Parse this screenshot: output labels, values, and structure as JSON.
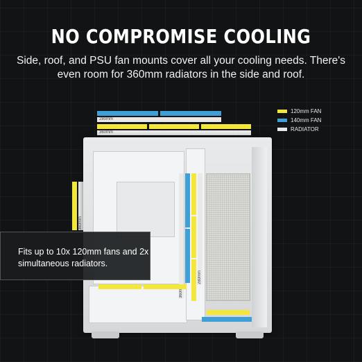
{
  "headline": "NO COMPROMISE COOLING",
  "subtitle": "Side, roof, and PSU fan mounts cover all your cooling needs. There's even room for 360mm radiators in the side and roof.",
  "legend": [
    {
      "label": "120mm FAN",
      "color": "#f2e73a"
    },
    {
      "label": "140mm FAN",
      "color": "#3fa0d8"
    },
    {
      "label": "RADIATOR",
      "color": "#e9e9e9"
    }
  ],
  "radiator_labels": {
    "top_280": "280mm",
    "top_360": "360mm",
    "front_360": "360mm",
    "side_360": "360mm",
    "side_280": "280mm"
  },
  "callout": "Fits up to 10x 120mm fans and 2x simultaneous radiators."
}
